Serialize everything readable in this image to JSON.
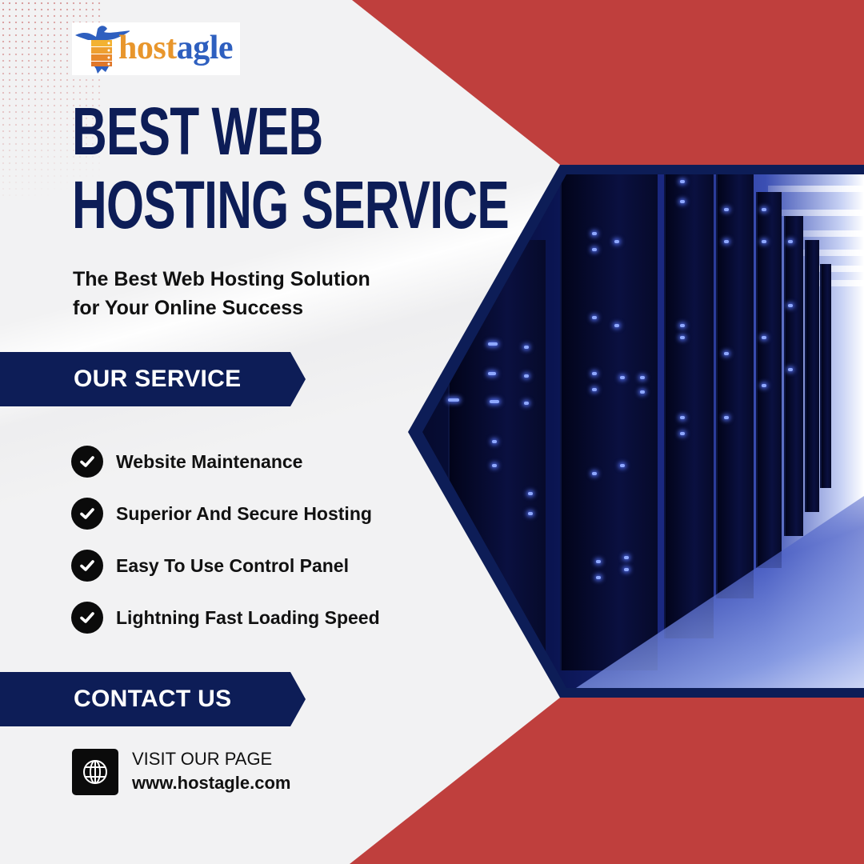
{
  "brand": {
    "logo_part1": "host",
    "logo_part2": "agle",
    "logo_icon": "eagle-server-icon",
    "colors": {
      "orange": "#e8962c",
      "blue": "#2e5fbf"
    }
  },
  "headline": {
    "line1": "BEST WEB",
    "line2": "HOSTING SERVICE"
  },
  "subheadline": {
    "line1": "The Best Web Hosting Solution",
    "line2": "for Your Online Success"
  },
  "service_banner": {
    "label": "OUR SERVICE"
  },
  "services": [
    {
      "label": "Website Maintenance",
      "icon": "check-circle-icon"
    },
    {
      "label": "Superior And Secure Hosting",
      "icon": "check-circle-icon"
    },
    {
      "label": "Easy To Use Control Panel",
      "icon": "check-circle-icon"
    },
    {
      "label": "Lightning Fast Loading Speed",
      "icon": "check-circle-icon"
    }
  ],
  "contact_banner": {
    "label": "CONTACT US"
  },
  "contact": {
    "title": "VISIT OUR PAGE",
    "url": "www.hostagle.com",
    "icon": "globe-icon"
  },
  "hero_image": {
    "subject": "data center server racks"
  },
  "theme": {
    "navy": "#0d1d57",
    "red": "#bf3f3d",
    "background": "#f2f2f3",
    "text": "#111111"
  }
}
